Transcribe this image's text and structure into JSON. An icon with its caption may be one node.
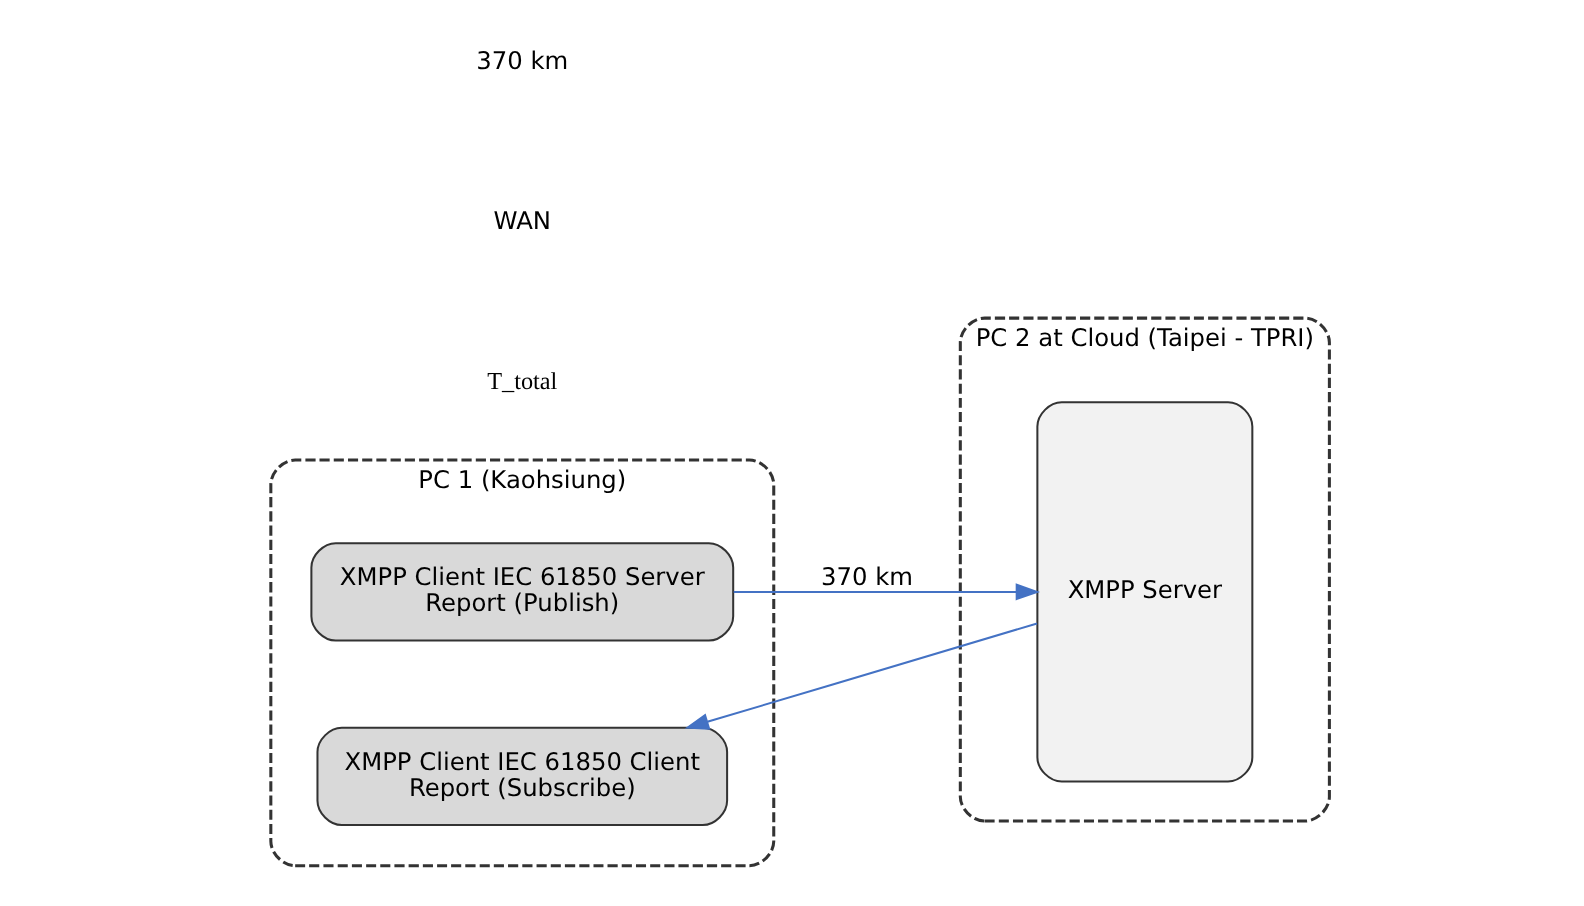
{
  "diagram": {
    "nodes": [
      {
        "text": [
          "PC 1 (Kaohsiung)"
        ]
      },
      {
        "text": [
          "XMPP Client IEC 61850 Server",
          "Report (Publish)"
        ],
        "in": 0
      },
      {
        "text": [
          "XMPP Client IEC 61850 Client",
          "Report (Subscribe)"
        ],
        "in": 0
      },
      {
        "text": [
          "PC 2 at Cloud (Taipei - TPRI)"
        ]
      },
      {
        "text": [
          "XMPP Server"
        ],
        "in": 3
      }
    ],
    "edges": [
      {
        "from": 1,
        "to": 4,
        "arrow": "to",
        "label": "370 km"
      },
      {
        "from": 4,
        "to": 2,
        "arrow": "to"
      }
    ],
    "labels": [
      "T_total",
      "WAN",
      "370 km"
    ]
  }
}
